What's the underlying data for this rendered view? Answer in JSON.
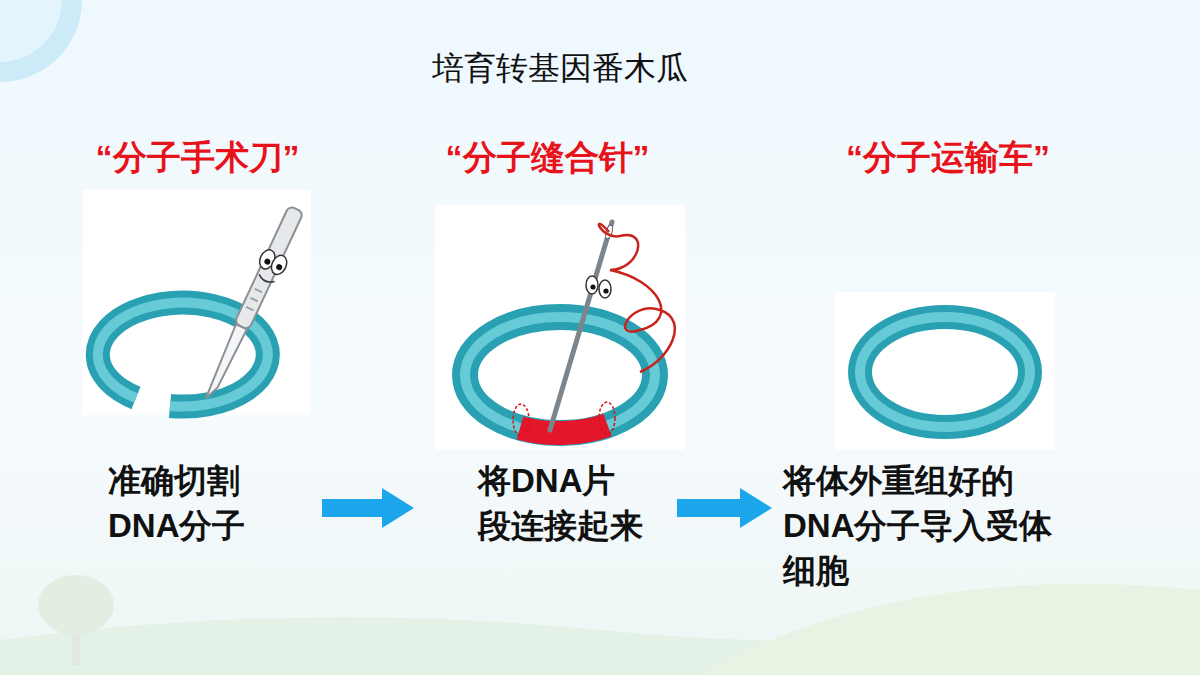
{
  "diagram": {
    "title": "培育转基因番木瓜",
    "nodes": [
      {
        "text": [
          "“分子手术刀”",
          "准确切割DNA分子"
        ]
      },
      {
        "text": [
          "“分子缝合针”",
          "将DNA片段连接起来"
        ]
      },
      {
        "text": [
          "“分子运输车”",
          "将体外重组好的DNA分子导入受体细胞"
        ]
      }
    ],
    "edges": [
      {
        "from": 0,
        "to": 1,
        "arrow": "to"
      },
      {
        "from": 1,
        "to": 2,
        "arrow": "to"
      }
    ]
  }
}
